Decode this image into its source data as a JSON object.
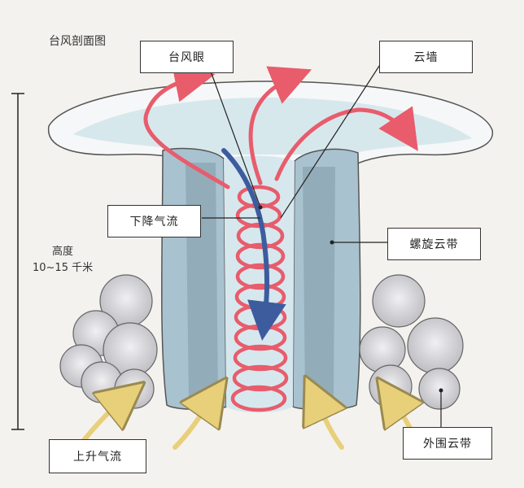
{
  "title": "台风剖面图",
  "labels": {
    "eye": "台风眼",
    "eyewall": "云墙",
    "downdraft": "下降气流",
    "spiral_band": "螺旋云带",
    "updraft": "上升气流",
    "outer_band": "外围云带"
  },
  "height": {
    "label": "高度",
    "range": "10~15 千米"
  },
  "colors": {
    "background": "#f4f2ee",
    "cloud_body": "#a9c2cf",
    "cloud_shadow": "#7f9aa8",
    "eye_interior": "#d6e8ee",
    "cloud_top": "#f6f7f8",
    "spiral_arrow": "#e85c6c",
    "down_arrow": "#3d5c9e",
    "updraft_arrow": "#e8cf7a",
    "outer_cloud": "#c8c8cc"
  }
}
